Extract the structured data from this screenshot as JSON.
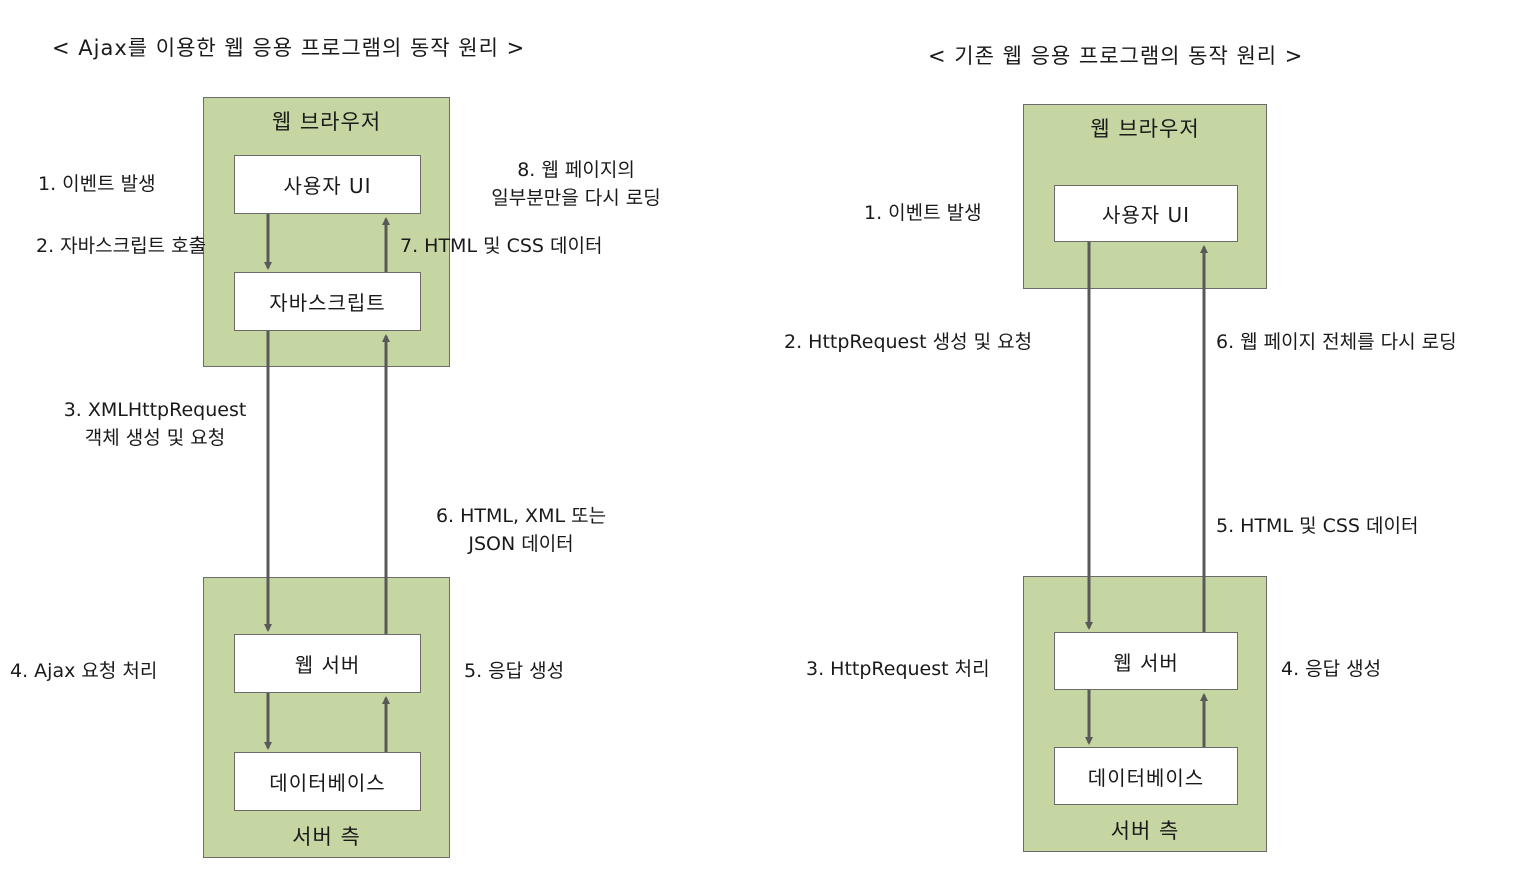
{
  "left": {
    "title": "< Ajax를 이용한 웹 응용 프로그램의 동작 원리 >",
    "browser_label": "웹 브라우저",
    "server_label": "서버 측",
    "user_ui": "사용자 UI",
    "javascript": "자바스크립트",
    "web_server": "웹 서버",
    "database": "데이터베이스",
    "step1": "1. 이벤트 발생",
    "step2": "2. 자바스크립트 호출",
    "step3_line1": "3. XMLHttpRequest",
    "step3_line2": "객체 생성 및 요청",
    "step4": "4. Ajax 요청 처리",
    "step5": "5. 응답 생성",
    "step6_line1": "6. HTML, XML 또는",
    "step6_line2": "JSON 데이터",
    "step7": "7. HTML 및 CSS 데이터",
    "step8_line1": "8. 웹 페이지의",
    "step8_line2": "일부분만을 다시 로딩"
  },
  "right": {
    "title": "< 기존 웹 응용 프로그램의 동작 원리 >",
    "browser_label": "웹 브라우저",
    "server_label": "서버 측",
    "user_ui": "사용자 UI",
    "web_server": "웹 서버",
    "database": "데이터베이스",
    "step1": "1. 이벤트 발생",
    "step2": "2. HttpRequest 생성 및 요청",
    "step3": "3. HttpRequest 처리",
    "step4": "4. 응답 생성",
    "step5": "5. HTML 및 CSS 데이터",
    "step6": "6. 웹 페이지 전체를 다시 로딩"
  },
  "colors": {
    "box_fill": "#c5d6a3",
    "box_border": "#6b6b6b",
    "arrow": "#595959"
  }
}
